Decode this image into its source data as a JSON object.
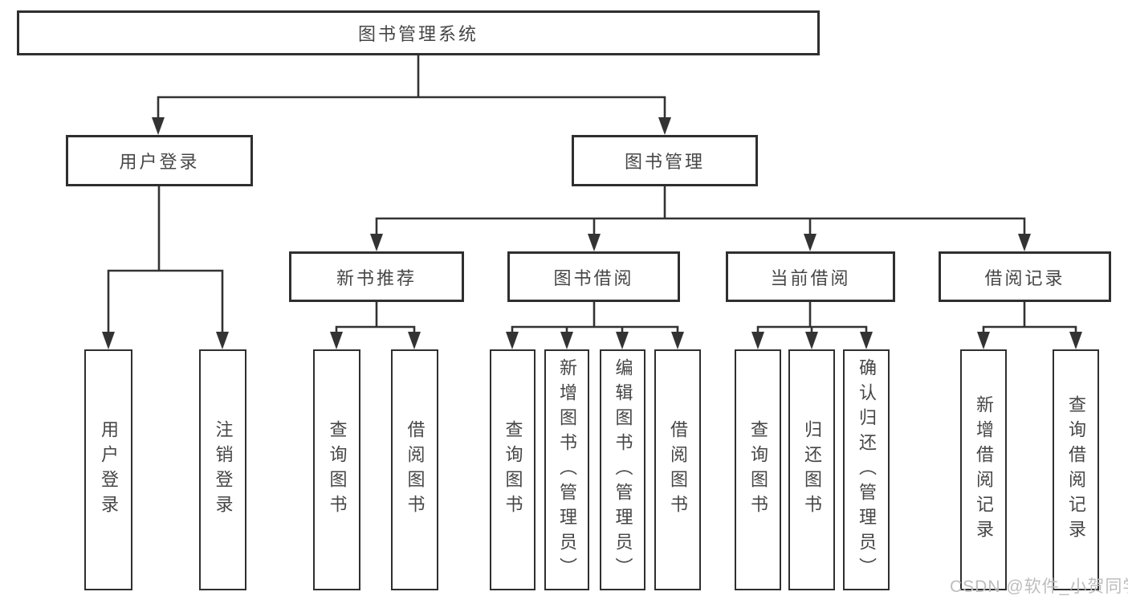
{
  "diagram": {
    "title": "图书管理系统",
    "level2": {
      "user_login": "用户登录",
      "book_management": "图书管理"
    },
    "level3": {
      "new_book_recommend": "新书推荐",
      "book_borrow": "图书借阅",
      "current_borrow": "当前借阅",
      "borrow_records": "借阅记录"
    },
    "leaves": {
      "user_login": [
        "用户登录",
        "注销登录"
      ],
      "new_book_recommend": [
        "查询图书",
        "借阅图书"
      ],
      "book_borrow": [
        "查询图书",
        "新增图书（管理员）",
        "编辑图书（管理员）",
        "借阅图书"
      ],
      "current_borrow": [
        "查询图书",
        "归还图书",
        "确认归还（管理员）"
      ],
      "borrow_records": [
        "新增借阅记录",
        "查询借阅记录"
      ]
    },
    "watermark": "CSDN @软件_小贺同学",
    "colors": {
      "line": "#333333",
      "box_border": "#2f2f2f",
      "text": "#464646",
      "background": "#ffffff",
      "watermark": "#bdbdbd"
    }
  }
}
